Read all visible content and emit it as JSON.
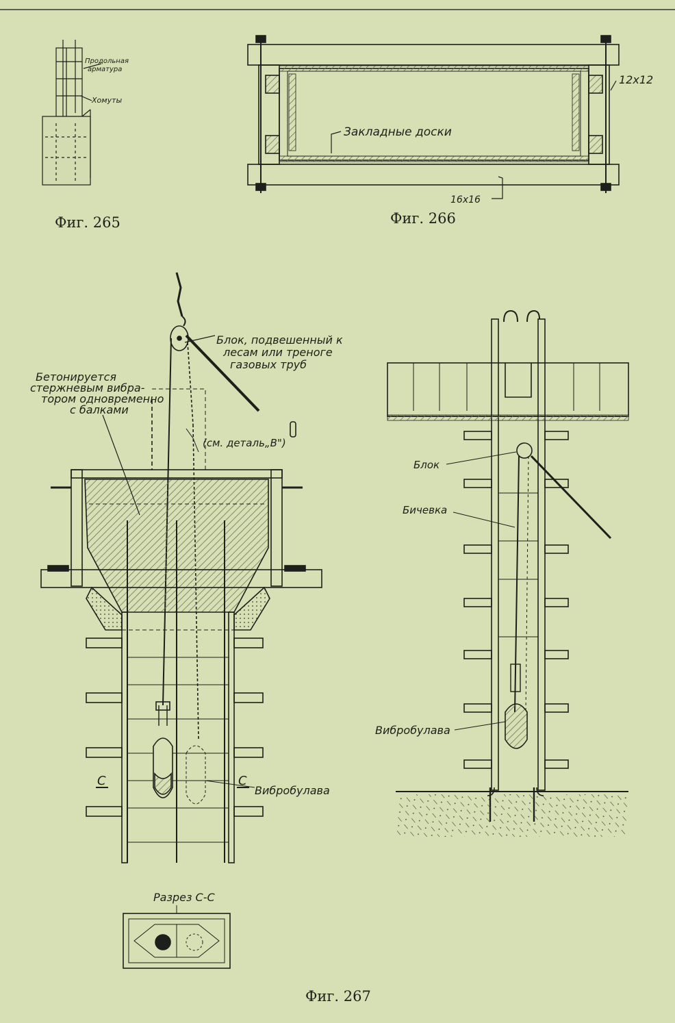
{
  "fig265": {
    "caption": "Фиг. 265",
    "label_longitudinal_line1": "Продольная",
    "label_longitudinal_line2": "арматура",
    "label_stirrups": "Хомуты"
  },
  "fig266": {
    "caption": "Фиг. 266",
    "label_section_small": "12х12",
    "label_embedded_boards": "Закладные доски",
    "label_section_large": "16х16"
  },
  "fig267": {
    "caption": "Фиг. 267",
    "left": {
      "label_block_line1": "Блок, подвешенный к",
      "label_block_line2": "лесам или треноге",
      "label_block_line3": "газовых труб",
      "label_concrete_line1": "Бетонируется",
      "label_concrete_line2": "стержневым вибра-",
      "label_concrete_line3": "тором одновременно",
      "label_concrete_line4": "с балками",
      "label_detail": "(см. деталь„В\")",
      "label_section_left": "С",
      "label_section_right": "С",
      "label_vibrator": "Вибробулава"
    },
    "section": {
      "title": "Разрез С-С"
    },
    "right": {
      "label_block": "Блок",
      "label_rope": "Бичевка",
      "label_vibrator": "Вибробулава"
    }
  },
  "colors": {
    "paper": "#d6e0b4",
    "ink": "#1d1f1a",
    "hatch": "#6e735a"
  }
}
